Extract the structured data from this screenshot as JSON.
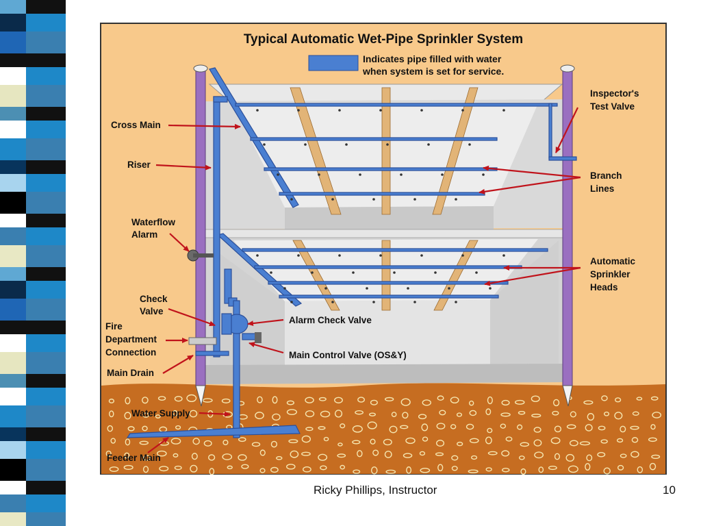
{
  "diagram": {
    "title": "Typical Automatic Wet-Pipe Sprinkler System",
    "legend": {
      "line1": "Indicates pipe filled with water",
      "line2": "when system is set for service.",
      "swatch_color": "#4a7fd1"
    },
    "labels": {
      "cross_main": "Cross Main",
      "riser": "Riser",
      "waterflow_alarm_1": "Waterflow",
      "waterflow_alarm_2": "Alarm",
      "check_valve_1": "Check",
      "check_valve_2": "Valve",
      "fire_dept_1": "Fire",
      "fire_dept_2": "Department",
      "fire_dept_3": "Connection",
      "main_drain": "Main Drain",
      "water_supply": "Water Supply",
      "feeder_main": "Feeder Main",
      "inspectors_test_1": "Inspector's",
      "inspectors_test_2": "Test Valve",
      "branch_lines_1": "Branch",
      "branch_lines_2": "Lines",
      "sprinkler_heads_1": "Automatic",
      "sprinkler_heads_2": "Sprinkler",
      "sprinkler_heads_3": "Heads",
      "alarm_check_valve": "Alarm Check Valve",
      "main_control_valve": "Main Control Valve (OS&Y)"
    },
    "colors": {
      "background": "#f8c98b",
      "soil": "#c66d21",
      "pipe": "#4a7fd1",
      "arrow": "#c0131b",
      "column": "#9a6fc0",
      "beam": "#e2b477"
    }
  },
  "footer": {
    "author": "Ricky Phillips, Instructor",
    "page": "10"
  }
}
